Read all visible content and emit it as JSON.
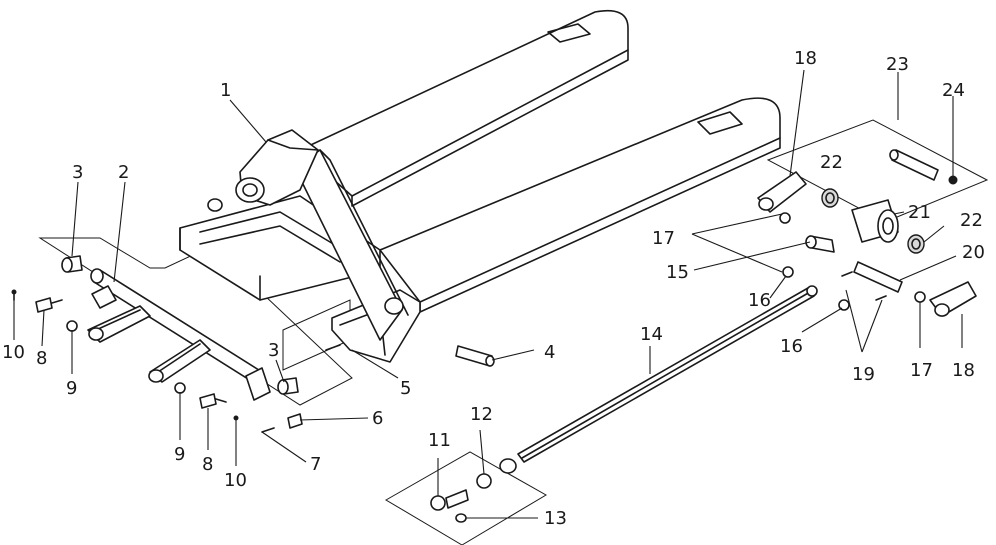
{
  "callouts": {
    "c1": "1",
    "c2": "2",
    "c3a": "3",
    "c3b": "3",
    "c4": "4",
    "c5": "5",
    "c6": "6",
    "c7": "7",
    "c8a": "8",
    "c8b": "8",
    "c9a": "9",
    "c9b": "9",
    "c10a": "10",
    "c10b": "10",
    "c11": "11",
    "c12": "12",
    "c13": "13",
    "c14": "14",
    "c15": "15",
    "c16a": "16",
    "c16b": "16",
    "c17a": "17",
    "c17b": "17",
    "c18a": "18",
    "c18b": "18",
    "c19": "19",
    "c20": "20",
    "c21": "21",
    "c22a": "22",
    "c22b": "22",
    "c23": "23",
    "c24": "24"
  },
  "colors": {
    "line": "#1a1a1a",
    "background": "#ffffff",
    "shade": "#d9d9d9"
  }
}
